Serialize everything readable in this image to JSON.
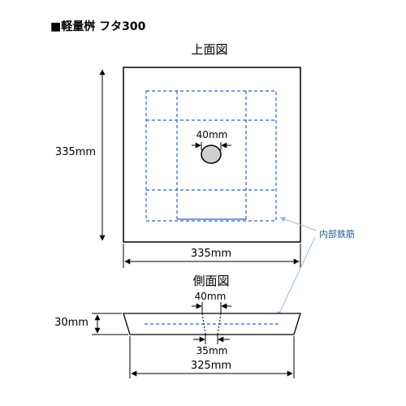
{
  "title": "■軽量桝 フタ300",
  "top_view": {
    "heading": "上面図",
    "hole_label": "40mm",
    "height_label": "335mm",
    "width_label": "335mm"
  },
  "side_view": {
    "heading": "側面図",
    "hole_top_label": "40mm",
    "hole_bottom_label": "35mm",
    "thickness_label": "30mm",
    "bottom_width_label": "325mm"
  },
  "rebar_note": "内部鉄筋",
  "colors": {
    "line": "#000000",
    "rebar": "#2f64c4",
    "note_line": "#9fb9e6",
    "hole_fill": "#cfcfcf"
  }
}
